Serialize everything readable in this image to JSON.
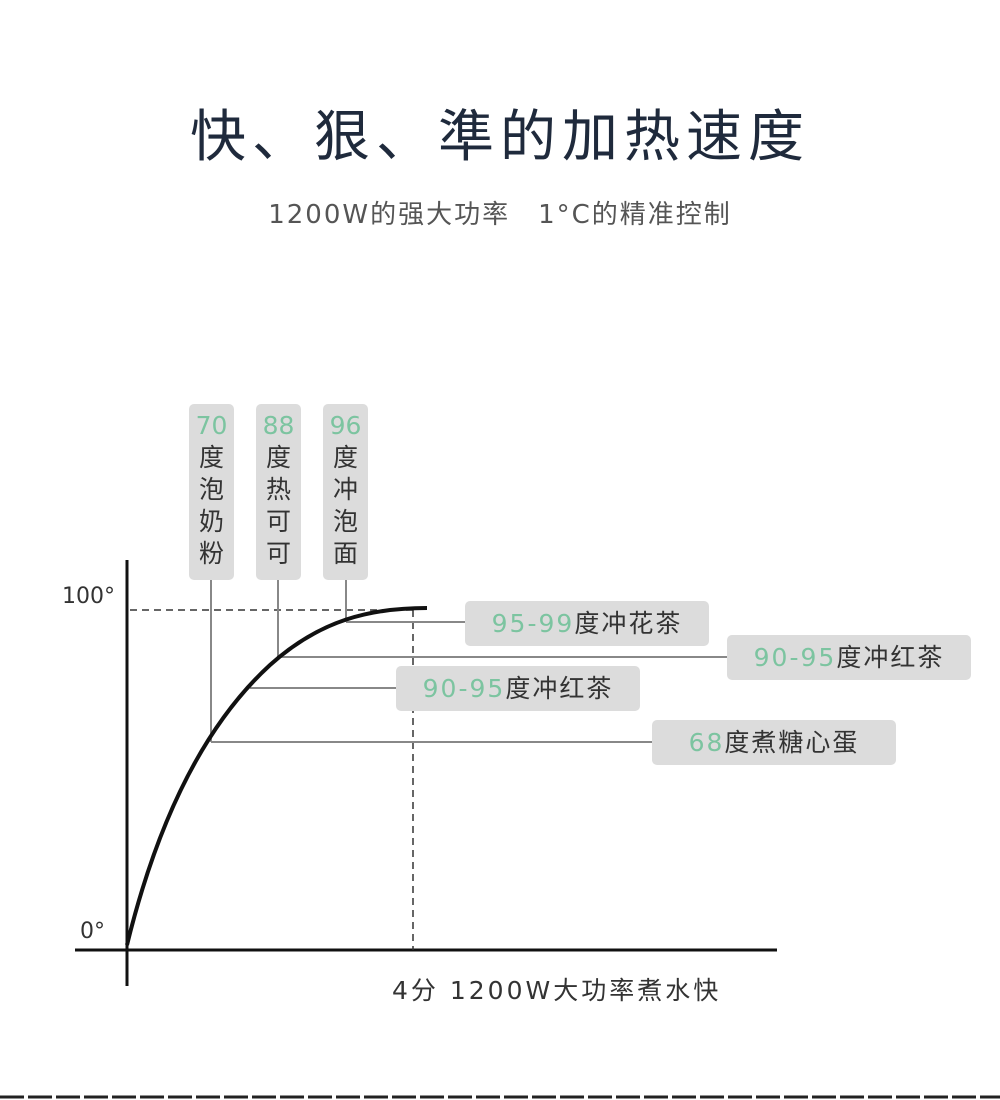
{
  "header": {
    "title": "快、狠、準的加热速度",
    "subtitle": "1200W的强大功率　1°C的精准控制"
  },
  "diagram": {
    "y_top_label": "100°",
    "y_bottom_label": "0°",
    "x_label": "4分  1200W大功率煮水快",
    "vertical_labels": [
      {
        "num": "70",
        "chars": [
          "度",
          "泡",
          "奶",
          "粉"
        ]
      },
      {
        "num": "88",
        "chars": [
          "度",
          "热",
          "可",
          "可"
        ]
      },
      {
        "num": "96",
        "chars": [
          "度",
          "冲",
          "泡",
          "面"
        ]
      }
    ],
    "horizontal_labels": [
      {
        "num": "95-99",
        "text": "度冲花茶"
      },
      {
        "num": "90-95",
        "text": "度冲红茶"
      },
      {
        "num": "90-95",
        "text": "度冲红茶"
      },
      {
        "num": "68",
        "text": "度煮糖心蛋"
      }
    ]
  },
  "colors": {
    "accent": "#7cc4a0",
    "box": "#dcdcdc",
    "title": "#1f2a3c"
  }
}
